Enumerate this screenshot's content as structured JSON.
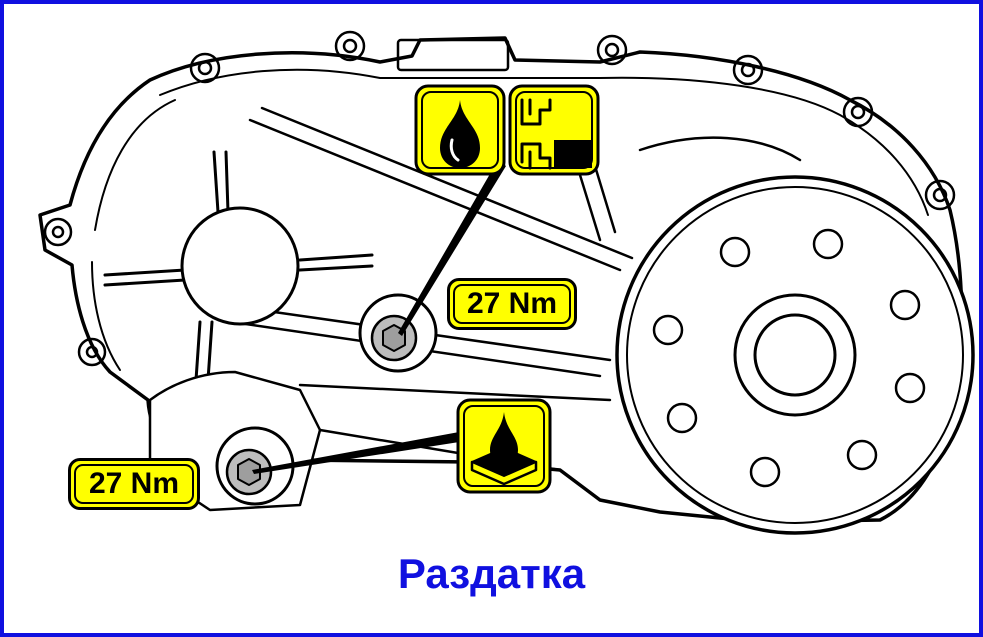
{
  "diagram": {
    "labels": {
      "upper_torque": "27 Nm",
      "lower_torque": "27 Nm"
    },
    "caption": "Раздатка",
    "icons": {
      "fill_plug": [
        "oil-drop-icon",
        "fill-level-icon"
      ],
      "drain_plug": [
        "oil-drain-icon"
      ]
    },
    "colors": {
      "frame": "#1010e0",
      "caption": "#1010e0",
      "label_fill": "#ffff00",
      "outline": "#000000"
    }
  }
}
